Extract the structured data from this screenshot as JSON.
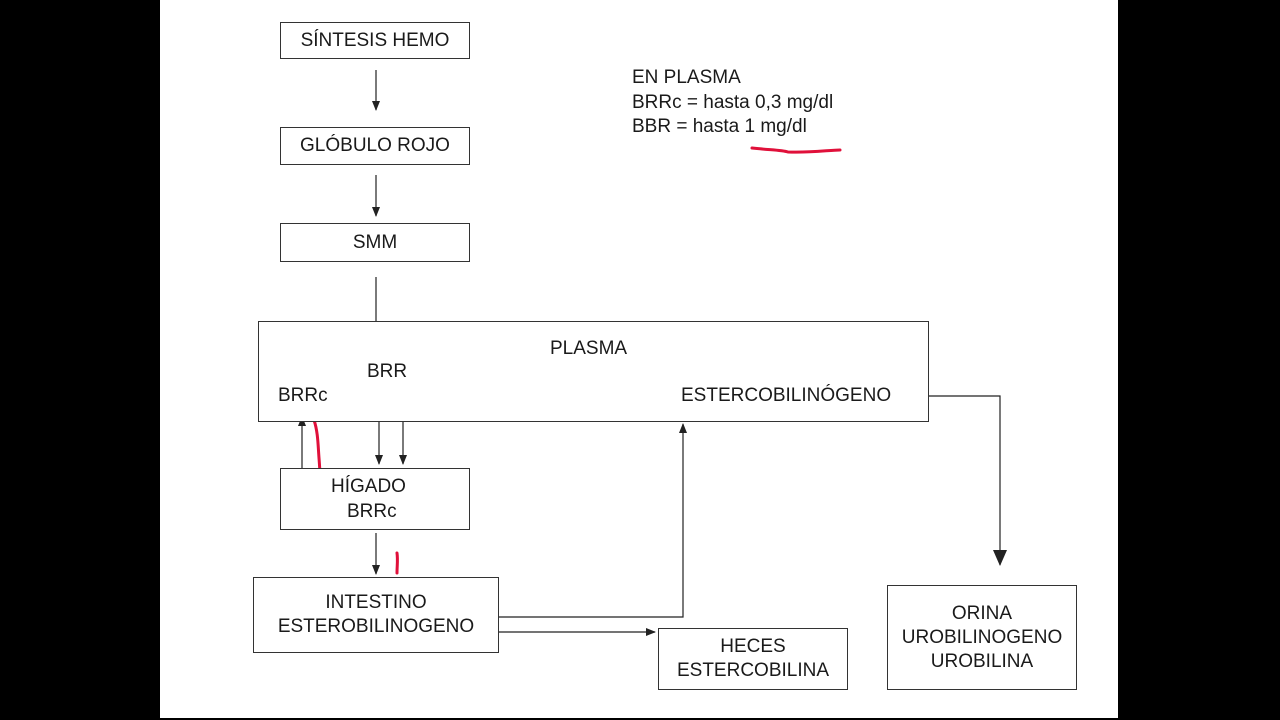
{
  "boxes": {
    "sintesis": "SÍNTESIS HEMO",
    "globulo": "GLÓBULO ROJO",
    "smm": "SMM",
    "plasma_title": "PLASMA",
    "brr": "BRR",
    "brrc": "BRRc",
    "estercobilinogeno": "ESTERCOBILINÓGENO",
    "higado_line1": "HÍGADO",
    "higado_line2": "BRRc",
    "intestino_line1": "INTESTINO",
    "intestino_line2": "ESTEROBILINOGENO",
    "heces_line1": "HECES",
    "heces_line2": "ESTERCOBILINA",
    "orina_line1": "ORINA",
    "orina_line2": "UROBILINOGENO",
    "orina_line3": "UROBILINA"
  },
  "notes": {
    "line1": "EN PLASMA",
    "line2": "BRRc = hasta  0,3 mg/dl",
    "line3": "BBR =  hasta 1 mg/dl"
  },
  "colors": {
    "annotation": "#e0103a",
    "line": "#222222"
  }
}
